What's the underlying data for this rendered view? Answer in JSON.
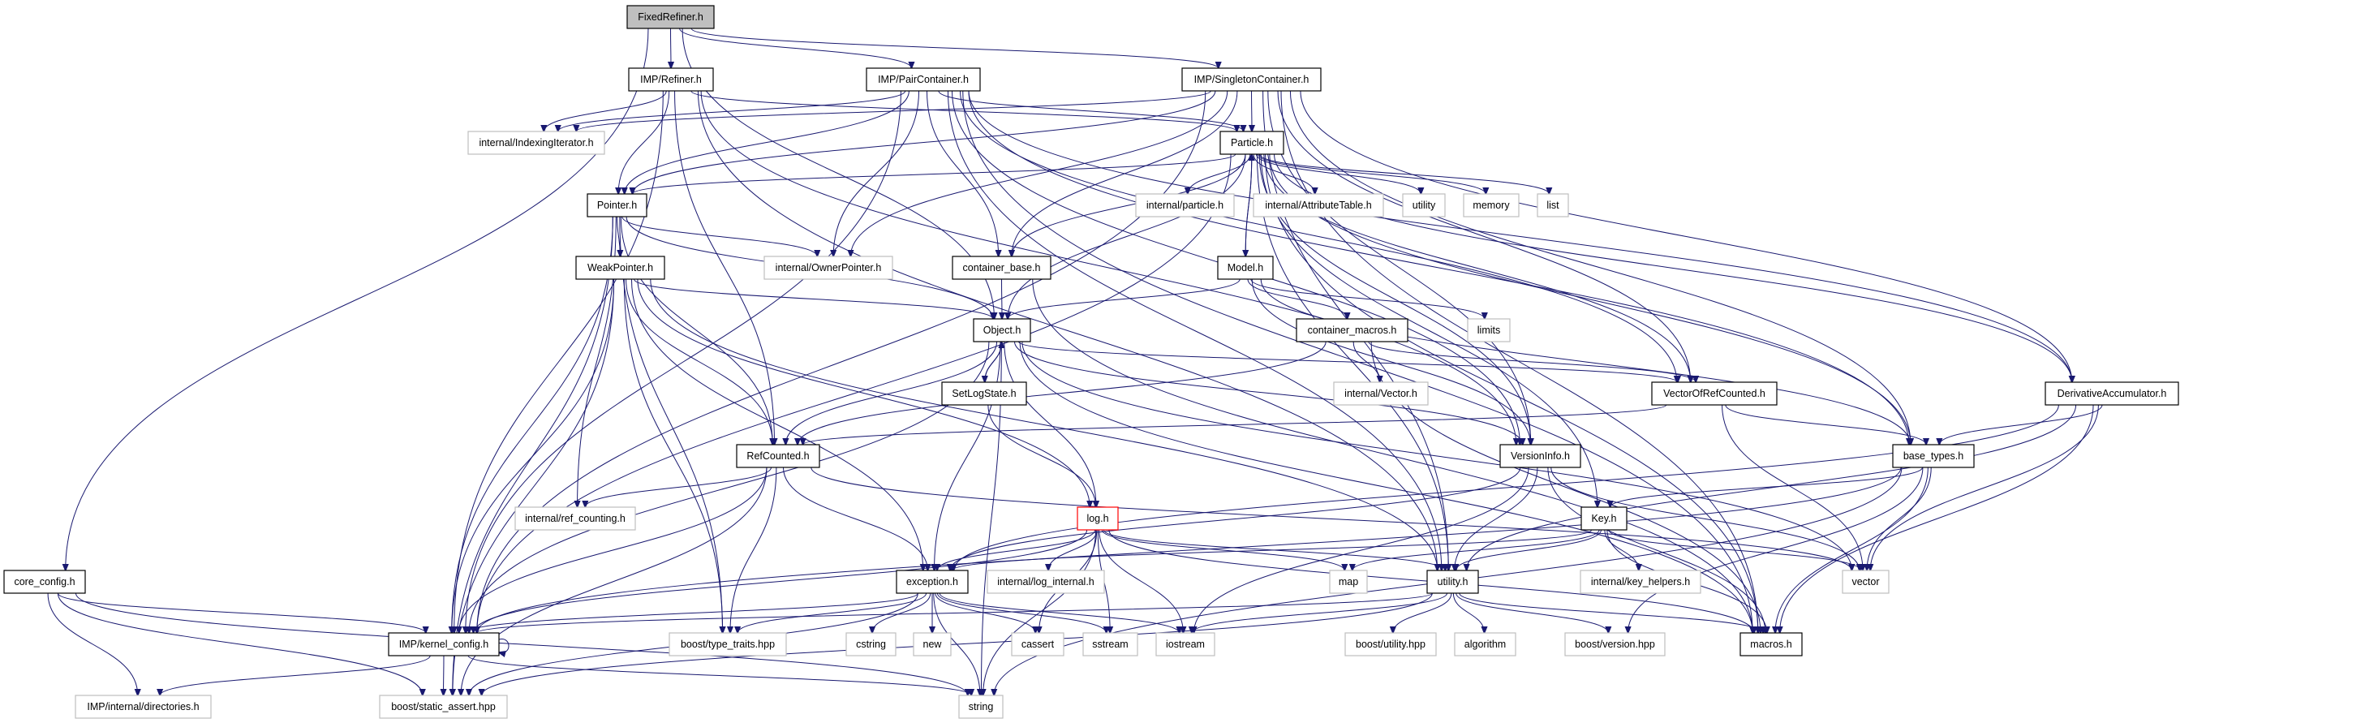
{
  "title": "FixedRefiner.h",
  "colors": {
    "edge": "#191970",
    "root_fill": "#bfbfbf",
    "external_border": "#bfbfbf",
    "highlight_border": "#ff0000"
  },
  "nodes": [
    {
      "id": "fixedrefiner",
      "label": "FixedRefiner.h",
      "kind": "root"
    },
    {
      "id": "refiner",
      "label": "IMP/Refiner.h",
      "kind": "internal"
    },
    {
      "id": "paircontainer",
      "label": "IMP/PairContainer.h",
      "kind": "internal"
    },
    {
      "id": "singletoncontainer",
      "label": "IMP/SingletonContainer.h",
      "kind": "internal"
    },
    {
      "id": "indexingiterator",
      "label": "internal/IndexingIterator.h",
      "kind": "external"
    },
    {
      "id": "particle",
      "label": "Particle.h",
      "kind": "internal"
    },
    {
      "id": "internal_particle",
      "label": "internal/particle.h",
      "kind": "external"
    },
    {
      "id": "attributetable",
      "label": "internal/AttributeTable.h",
      "kind": "external"
    },
    {
      "id": "utility",
      "label": "utility",
      "kind": "external"
    },
    {
      "id": "memory",
      "label": "memory",
      "kind": "external"
    },
    {
      "id": "list",
      "label": "list",
      "kind": "external"
    },
    {
      "id": "pointer",
      "label": "Pointer.h",
      "kind": "internal"
    },
    {
      "id": "weakpointer",
      "label": "WeakPointer.h",
      "kind": "internal"
    },
    {
      "id": "ownerpointer",
      "label": "internal/OwnerPointer.h",
      "kind": "external"
    },
    {
      "id": "container_base",
      "label": "container_base.h",
      "kind": "internal"
    },
    {
      "id": "model",
      "label": "Model.h",
      "kind": "internal"
    },
    {
      "id": "object",
      "label": "Object.h",
      "kind": "internal"
    },
    {
      "id": "container_macros",
      "label": "container_macros.h",
      "kind": "internal"
    },
    {
      "id": "limits",
      "label": "limits",
      "kind": "external"
    },
    {
      "id": "setlogstate",
      "label": "SetLogState.h",
      "kind": "internal"
    },
    {
      "id": "internal_vector",
      "label": "internal/Vector.h",
      "kind": "external"
    },
    {
      "id": "vectorofrefcounted",
      "label": "VectorOfRefCounted.h",
      "kind": "internal"
    },
    {
      "id": "derivativeaccumulator",
      "label": "DerivativeAccumulator.h",
      "kind": "internal"
    },
    {
      "id": "refcounted",
      "label": "RefCounted.h",
      "kind": "internal"
    },
    {
      "id": "versioninfo",
      "label": "VersionInfo.h",
      "kind": "internal"
    },
    {
      "id": "base_types",
      "label": "base_types.h",
      "kind": "internal"
    },
    {
      "id": "ref_counting",
      "label": "internal/ref_counting.h",
      "kind": "external"
    },
    {
      "id": "log",
      "label": "log.h",
      "kind": "highlight"
    },
    {
      "id": "key",
      "label": "Key.h",
      "kind": "internal"
    },
    {
      "id": "core_config",
      "label": "core_config.h",
      "kind": "internal"
    },
    {
      "id": "exception",
      "label": "exception.h",
      "kind": "internal"
    },
    {
      "id": "log_internal",
      "label": "internal/log_internal.h",
      "kind": "external"
    },
    {
      "id": "map",
      "label": "map",
      "kind": "external"
    },
    {
      "id": "utility_h",
      "label": "utility.h",
      "kind": "internal"
    },
    {
      "id": "key_helpers",
      "label": "internal/key_helpers.h",
      "kind": "external"
    },
    {
      "id": "vector",
      "label": "vector",
      "kind": "external"
    },
    {
      "id": "kernel_config",
      "label": "IMP/kernel_config.h",
      "kind": "internal"
    },
    {
      "id": "type_traits",
      "label": "boost/type_traits.hpp",
      "kind": "external"
    },
    {
      "id": "cstring",
      "label": "cstring",
      "kind": "external"
    },
    {
      "id": "new",
      "label": "new",
      "kind": "external"
    },
    {
      "id": "cassert",
      "label": "cassert",
      "kind": "external"
    },
    {
      "id": "sstream",
      "label": "sstream",
      "kind": "external"
    },
    {
      "id": "iostream",
      "label": "iostream",
      "kind": "external"
    },
    {
      "id": "boost_utility",
      "label": "boost/utility.hpp",
      "kind": "external"
    },
    {
      "id": "algorithm",
      "label": "algorithm",
      "kind": "external"
    },
    {
      "id": "boost_version",
      "label": "boost/version.hpp",
      "kind": "external"
    },
    {
      "id": "macros",
      "label": "macros.h",
      "kind": "internal"
    },
    {
      "id": "directories",
      "label": "IMP/internal/directories.h",
      "kind": "external"
    },
    {
      "id": "static_assert",
      "label": "boost/static_assert.hpp",
      "kind": "external"
    },
    {
      "id": "string",
      "label": "string",
      "kind": "external"
    }
  ],
  "edges": [
    [
      "fixedrefiner",
      "refiner"
    ],
    [
      "fixedrefiner",
      "paircontainer"
    ],
    [
      "fixedrefiner",
      "singletoncontainer"
    ],
    [
      "fixedrefiner",
      "core_config"
    ],
    [
      "fixedrefiner",
      "object"
    ],
    [
      "refiner",
      "indexingiterator"
    ],
    [
      "refiner",
      "particle"
    ],
    [
      "refiner",
      "kernel_config"
    ],
    [
      "refiner",
      "refcounted"
    ],
    [
      "refiner",
      "versioninfo"
    ],
    [
      "refiner",
      "pointer"
    ],
    [
      "refiner",
      "utility_h"
    ],
    [
      "paircontainer",
      "indexingiterator"
    ],
    [
      "paircontainer",
      "particle"
    ],
    [
      "paircontainer",
      "ownerpointer"
    ],
    [
      "paircontainer",
      "container_base"
    ],
    [
      "paircontainer",
      "pointer"
    ],
    [
      "paircontainer",
      "kernel_config"
    ],
    [
      "paircontainer",
      "vectorofrefcounted"
    ],
    [
      "paircontainer",
      "base_types"
    ],
    [
      "paircontainer",
      "macros"
    ],
    [
      "paircontainer",
      "utility_h"
    ],
    [
      "paircontainer",
      "derivativeaccumulator"
    ],
    [
      "paircontainer",
      "versioninfo"
    ],
    [
      "singletoncontainer",
      "particle"
    ],
    [
      "singletoncontainer",
      "indexingiterator"
    ],
    [
      "singletoncontainer",
      "ownerpointer"
    ],
    [
      "singletoncontainer",
      "container_base"
    ],
    [
      "singletoncontainer",
      "pointer"
    ],
    [
      "singletoncontainer",
      "kernel_config"
    ],
    [
      "singletoncontainer",
      "vectorofrefcounted"
    ],
    [
      "singletoncontainer",
      "base_types"
    ],
    [
      "singletoncontainer",
      "macros"
    ],
    [
      "singletoncontainer",
      "utility_h"
    ],
    [
      "singletoncontainer",
      "derivativeaccumulator"
    ],
    [
      "singletoncontainer",
      "versioninfo"
    ],
    [
      "particle",
      "internal_particle"
    ],
    [
      "particle",
      "attributetable"
    ],
    [
      "particle",
      "utility"
    ],
    [
      "particle",
      "memory"
    ],
    [
      "particle",
      "list"
    ],
    [
      "particle",
      "model"
    ],
    [
      "particle",
      "object"
    ],
    [
      "particle",
      "pointer"
    ],
    [
      "particle",
      "container_base"
    ],
    [
      "particle",
      "kernel_config"
    ],
    [
      "particle",
      "key"
    ],
    [
      "particle",
      "base_types"
    ],
    [
      "particle",
      "vectorofrefcounted"
    ],
    [
      "particle",
      "derivativeaccumulator"
    ],
    [
      "particle",
      "utility_h"
    ],
    [
      "particle",
      "macros"
    ],
    [
      "particle",
      "versioninfo"
    ],
    [
      "pointer",
      "weakpointer"
    ],
    [
      "pointer",
      "ownerpointer"
    ],
    [
      "pointer",
      "refcounted"
    ],
    [
      "pointer",
      "object"
    ],
    [
      "pointer",
      "kernel_config"
    ],
    [
      "pointer",
      "ref_counting"
    ],
    [
      "pointer",
      "type_traits"
    ],
    [
      "pointer",
      "static_assert"
    ],
    [
      "weakpointer",
      "object"
    ],
    [
      "weakpointer",
      "refcounted"
    ],
    [
      "weakpointer",
      "kernel_config"
    ],
    [
      "weakpointer",
      "exception"
    ],
    [
      "weakpointer",
      "log"
    ],
    [
      "weakpointer",
      "static_assert"
    ],
    [
      "weakpointer",
      "type_traits"
    ],
    [
      "weakpointer",
      "utility_h"
    ],
    [
      "container_base",
      "object"
    ],
    [
      "container_base",
      "macros"
    ],
    [
      "model",
      "object"
    ],
    [
      "model",
      "container_macros"
    ],
    [
      "model",
      "limits"
    ],
    [
      "model",
      "base_types"
    ],
    [
      "model",
      "versioninfo"
    ],
    [
      "model",
      "particle"
    ],
    [
      "object",
      "setlogstate"
    ],
    [
      "object",
      "refcounted"
    ],
    [
      "object",
      "versioninfo"
    ],
    [
      "object",
      "log"
    ],
    [
      "object",
      "exception"
    ],
    [
      "object",
      "kernel_config"
    ],
    [
      "object",
      "vectorofrefcounted"
    ],
    [
      "object",
      "macros"
    ],
    [
      "object",
      "vector"
    ],
    [
      "object",
      "string"
    ],
    [
      "setlogstate",
      "log"
    ],
    [
      "setlogstate",
      "object"
    ],
    [
      "container_macros",
      "internal_vector"
    ],
    [
      "container_macros",
      "vectorofrefcounted"
    ],
    [
      "container_macros",
      "refcounted"
    ],
    [
      "container_macros",
      "macros"
    ],
    [
      "vectorofrefcounted",
      "base_types"
    ],
    [
      "vectorofrefcounted",
      "vector"
    ],
    [
      "vectorofrefcounted",
      "refcounted"
    ],
    [
      "derivativeaccumulator",
      "base_types"
    ],
    [
      "derivativeaccumulator",
      "vector"
    ],
    [
      "derivativeaccumulator",
      "macros"
    ],
    [
      "derivativeaccumulator",
      "utility_h"
    ],
    [
      "derivativeaccumulator",
      "exception"
    ],
    [
      "base_types",
      "key"
    ],
    [
      "base_types",
      "vector"
    ],
    [
      "base_types",
      "macros"
    ],
    [
      "base_types",
      "boost_version"
    ],
    [
      "base_types",
      "string"
    ],
    [
      "base_types",
      "kernel_config"
    ],
    [
      "refcounted",
      "ref_counting"
    ],
    [
      "refcounted",
      "kernel_config"
    ],
    [
      "refcounted",
      "exception"
    ],
    [
      "refcounted",
      "type_traits"
    ],
    [
      "refcounted",
      "static_assert"
    ],
    [
      "refcounted",
      "vector"
    ],
    [
      "versioninfo",
      "utility_h"
    ],
    [
      "versioninfo",
      "exception"
    ],
    [
      "versioninfo",
      "vector"
    ],
    [
      "versioninfo",
      "macros"
    ],
    [
      "versioninfo",
      "iostream"
    ],
    [
      "log",
      "exception"
    ],
    [
      "log",
      "log_internal"
    ],
    [
      "log",
      "map"
    ],
    [
      "log",
      "utility_h"
    ],
    [
      "log",
      "cassert"
    ],
    [
      "log",
      "sstream"
    ],
    [
      "log",
      "iostream"
    ],
    [
      "log",
      "string"
    ],
    [
      "log",
      "kernel_config"
    ],
    [
      "log",
      "macros"
    ],
    [
      "key",
      "utility_h"
    ],
    [
      "key",
      "map"
    ],
    [
      "key",
      "key_helpers"
    ],
    [
      "key",
      "vector"
    ],
    [
      "key",
      "macros"
    ],
    [
      "key",
      "exception"
    ],
    [
      "exception",
      "cstring"
    ],
    [
      "exception",
      "new"
    ],
    [
      "exception",
      "cassert"
    ],
    [
      "exception",
      "sstream"
    ],
    [
      "exception",
      "iostream"
    ],
    [
      "exception",
      "string"
    ],
    [
      "exception",
      "kernel_config"
    ],
    [
      "exception",
      "type_traits"
    ],
    [
      "exception",
      "static_assert"
    ],
    [
      "utility_h",
      "boost_utility"
    ],
    [
      "utility_h",
      "algorithm"
    ],
    [
      "utility_h",
      "boost_version"
    ],
    [
      "utility_h",
      "macros"
    ],
    [
      "utility_h",
      "kernel_config"
    ],
    [
      "utility_h",
      "static_assert"
    ],
    [
      "utility_h",
      "iostream"
    ],
    [
      "kernel_config",
      "directories"
    ],
    [
      "kernel_config",
      "static_assert"
    ],
    [
      "kernel_config",
      "string"
    ],
    [
      "kernel_config",
      "kernel_config"
    ],
    [
      "core_config",
      "kernel_config"
    ],
    [
      "core_config",
      "directories"
    ],
    [
      "core_config",
      "static_assert"
    ],
    [
      "core_config",
      "string"
    ]
  ]
}
